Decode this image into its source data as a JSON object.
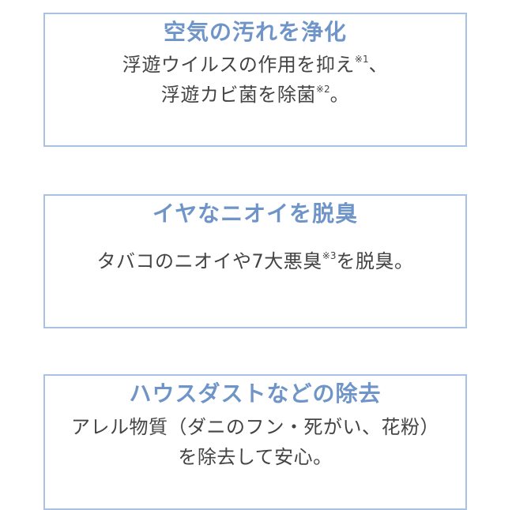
{
  "cards": [
    {
      "title": "空気の汚れを浄化",
      "lines": [
        {
          "before": "浮遊ウイルスの作用を抑え",
          "note": "※1",
          "after": "、"
        },
        {
          "before": "浮遊カビ菌を除菌",
          "note": "※2",
          "after": "。"
        }
      ]
    },
    {
      "title": "イヤなニオイを脱臭",
      "lines": [
        {
          "before": "タバコのニオイや7大悪臭",
          "note": "※3",
          "after": "を脱臭。"
        }
      ]
    },
    {
      "title": "ハウスダストなどの除去",
      "lines": [
        {
          "text": "アレル物質（ダニのフン・死がい、花粉）"
        },
        {
          "text": "を除去して安心。"
        }
      ]
    }
  ],
  "colors": {
    "title": "#6f95c8",
    "border": "#a9c1e3",
    "body_text": "#444444"
  }
}
